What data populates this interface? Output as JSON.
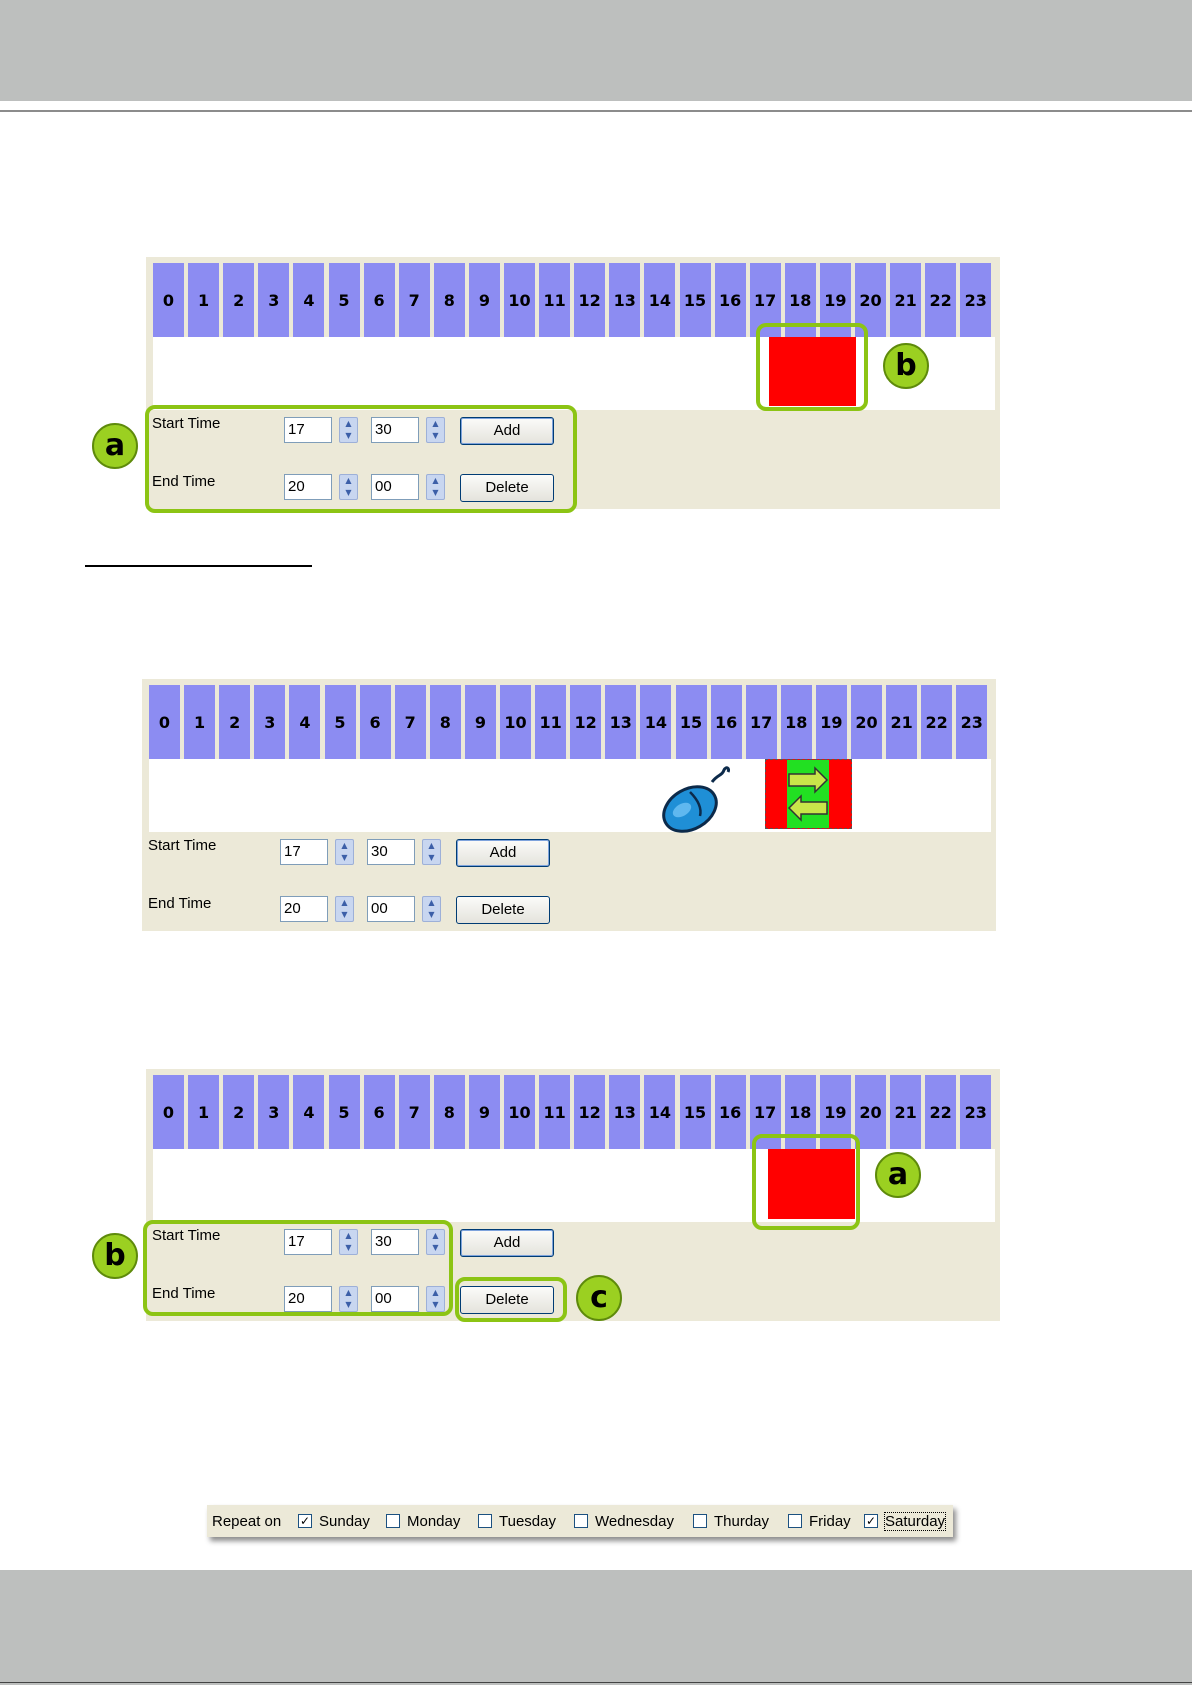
{
  "hours": [
    "0",
    "1",
    "2",
    "3",
    "4",
    "5",
    "6",
    "7",
    "8",
    "9",
    "10",
    "11",
    "12",
    "13",
    "14",
    "15",
    "16",
    "17",
    "18",
    "19",
    "20",
    "21",
    "22",
    "23"
  ],
  "form": {
    "start_label": "Start Time",
    "end_label": "End Time",
    "start_hour": "17",
    "start_minute": "30",
    "end_hour": "20",
    "end_minute": "00",
    "add_label": "Add",
    "delete_label": "Delete"
  },
  "callouts": {
    "a": "a",
    "b": "b",
    "c": "c"
  },
  "repeat": {
    "label": "Repeat on",
    "days": [
      {
        "name": "Sunday",
        "checked": true
      },
      {
        "name": "Monday",
        "checked": false
      },
      {
        "name": "Tuesday",
        "checked": false
      },
      {
        "name": "Wednesday",
        "checked": false
      },
      {
        "name": "Thurday",
        "checked": false
      },
      {
        "name": "Friday",
        "checked": false
      },
      {
        "name": "Saturday",
        "checked": true
      }
    ],
    "check_mark": "✓"
  },
  "icons": {
    "spin_up": "▲",
    "spin_down": "▼",
    "mouse": "mouse-icon",
    "move_arrows": "move-arrows-icon"
  },
  "colors": {
    "hour_cell": "#8c8cf2",
    "schedule_block": "#ff0000",
    "selected_block": "#22e022",
    "highlight": "#8cc414",
    "badge": "#9bd021",
    "panel_bg": "#ece9d8",
    "mouse": "#1f8fd6"
  }
}
